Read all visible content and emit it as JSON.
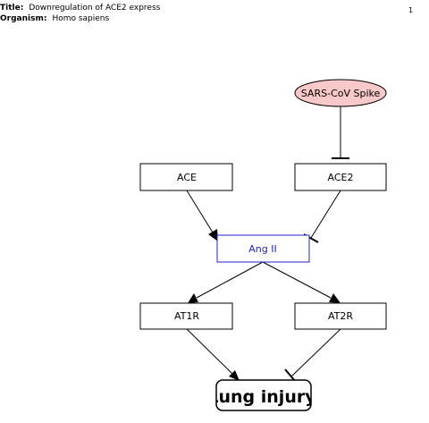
{
  "header": {
    "title_label": "Title:",
    "title_value": "Downregulation of ACE2 express",
    "organism_label": "Organism:",
    "organism_value": "Homo sapiens",
    "page_number": "1"
  },
  "nodes": {
    "sars_cov_spike": "SARS-CoV Spike",
    "ace": "ACE",
    "ace2": "ACE2",
    "ang_ii": "Ang II",
    "at1r": "AT1R",
    "at2r": "AT2R",
    "lung_injury": "Lung injury"
  },
  "colors": {
    "spike_fill": "#f9c8c8",
    "ang_ii_border": "#2222cc",
    "ang_ii_text": "#2222cc",
    "line": "#000000"
  }
}
